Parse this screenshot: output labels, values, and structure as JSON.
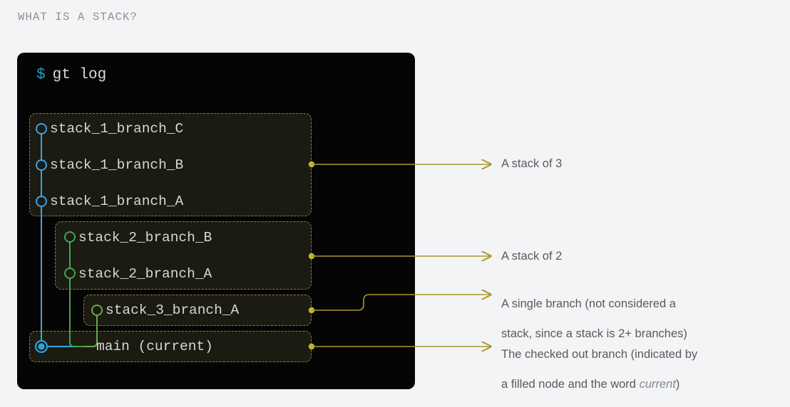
{
  "page": {
    "title": "WHAT IS A STACK?",
    "background_color": "#f3f4f5"
  },
  "terminal": {
    "prompt_sigil": "$",
    "command": "gt log",
    "background_color": "#050505",
    "prompt_color": "#1f9ad6",
    "text_color": "#d9dadb"
  },
  "graph": {
    "box_border_color": "#8e8130",
    "box_fill_color": "#1b1b12",
    "connector_color": "#a99a2a",
    "groups": [
      {
        "id": "stack1",
        "node_color": "#3ba3e0",
        "branches": [
          {
            "label": "stack_1_branch_C",
            "node": "hollow"
          },
          {
            "label": "stack_1_branch_B",
            "node": "hollow"
          },
          {
            "label": "stack_1_branch_A",
            "node": "hollow"
          }
        ]
      },
      {
        "id": "stack2",
        "node_color": "#3fa653",
        "branches": [
          {
            "label": "stack_2_branch_B",
            "node": "hollow"
          },
          {
            "label": "stack_2_branch_A",
            "node": "hollow"
          }
        ]
      },
      {
        "id": "stack3",
        "node_color": "#6aa84f",
        "branches": [
          {
            "label": "stack_3_branch_A",
            "node": "hollow"
          }
        ]
      },
      {
        "id": "main",
        "node_color": "#2aa3e0",
        "branches": [
          {
            "label": "main (current)",
            "node": "filled"
          }
        ]
      }
    ]
  },
  "annotations": [
    {
      "id": "stack-of-3",
      "text": "A stack of 3"
    },
    {
      "id": "stack-of-2",
      "text": "A stack of 2"
    },
    {
      "id": "single-branch",
      "line1": "A single branch (not considered a",
      "line2": "stack, since a stack is 2+ branches)"
    },
    {
      "id": "checked-out",
      "line1": "The checked out branch (indicated by",
      "line2_pre": "a filled node and the word ",
      "line2_em": "current",
      "line2_post": ")"
    }
  ]
}
